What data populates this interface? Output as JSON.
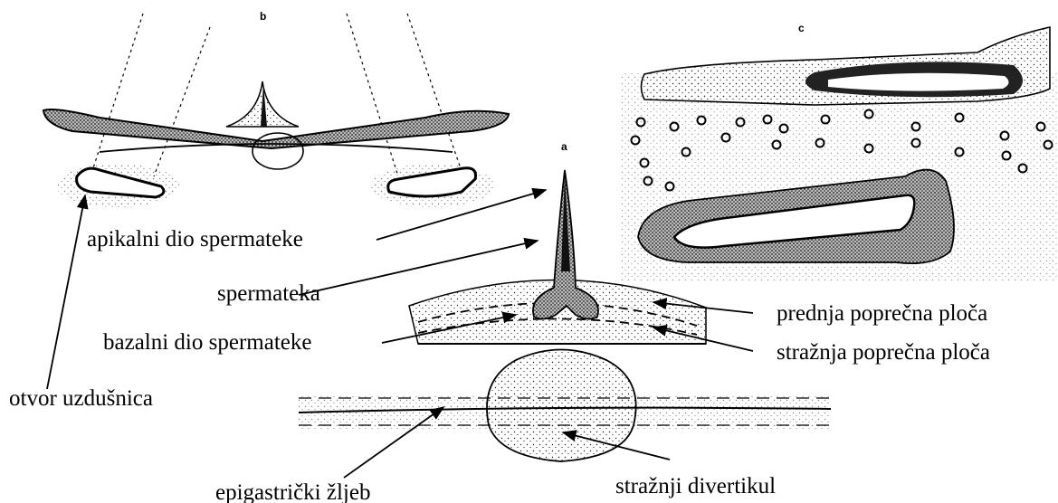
{
  "panels": {
    "a": "a",
    "b": "b",
    "c": "c"
  },
  "labels": {
    "apical": "apikalni dio spermateke",
    "spermatheca": "spermateka",
    "basal": "bazalni dio spermateke",
    "spiracle": "otvor uzdušnica",
    "anterior_plate": "prednja poprečna ploča",
    "posterior_plate": "stražnja poprečna ploča",
    "groove": "epigastrički žljeb",
    "diverticulum": "stražnji divertikul"
  }
}
